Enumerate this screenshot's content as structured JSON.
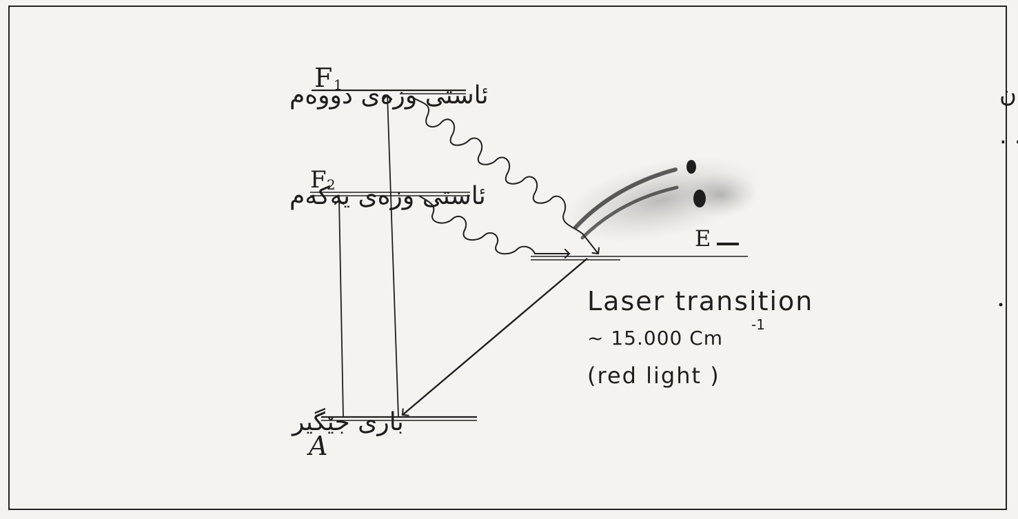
{
  "levels": {
    "f1": {
      "symbol": "F",
      "subscript": "1",
      "label_ku": "ئاستی وزەی دووەم"
    },
    "f2": {
      "symbol": "F",
      "subscript": "2",
      "label_ku": "ئاستی وزەی یەکەم"
    },
    "e": {
      "symbol": "E"
    },
    "a": {
      "symbol": "A",
      "label_ku": "باری جێگیر"
    }
  },
  "note": {
    "line1": "چۆنیەتی گواستنەوەی ئەلەکترۆنەکان",
    "line2": "لە ئاستی وزەی جیاوازدا . . . . ."
  },
  "transition": {
    "title": "Laser transition",
    "value_prefix": "~ 15.000 Cm",
    "value_exponent": "-1",
    "color_note": "(red light )"
  },
  "colors": {
    "ink": "#1e1e1e",
    "paper": "#f4f3ef",
    "smudge": "#7a7a7a"
  }
}
